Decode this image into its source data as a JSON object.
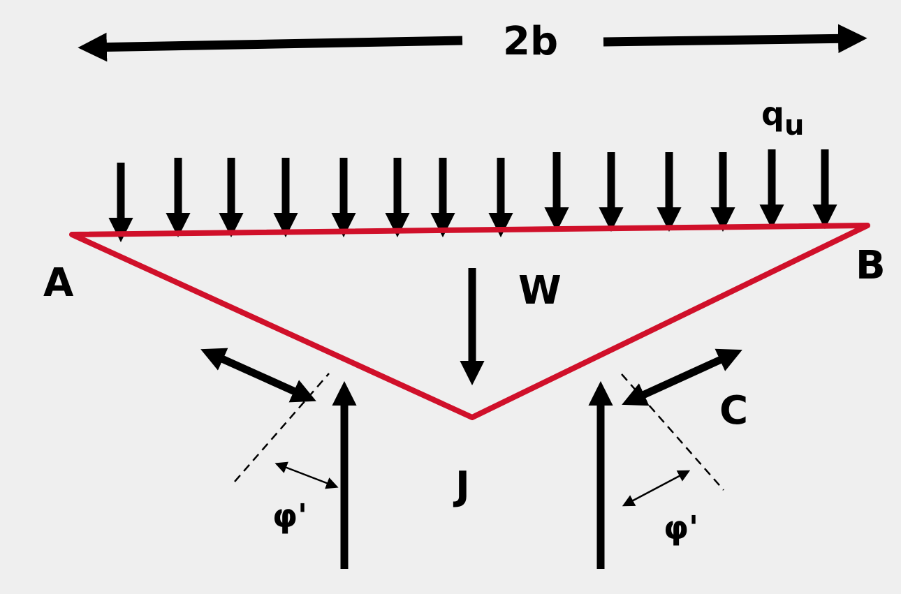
{
  "width_label": "2b",
  "load_label": "q",
  "load_subscript": "u",
  "weight_label": "W",
  "points": {
    "a": "A",
    "b": "B",
    "j": "J",
    "c": "C"
  },
  "angle_label": "φ'",
  "colors": {
    "wedge": "#d0102a",
    "ink": "#000000",
    "background": "#efefef"
  }
}
